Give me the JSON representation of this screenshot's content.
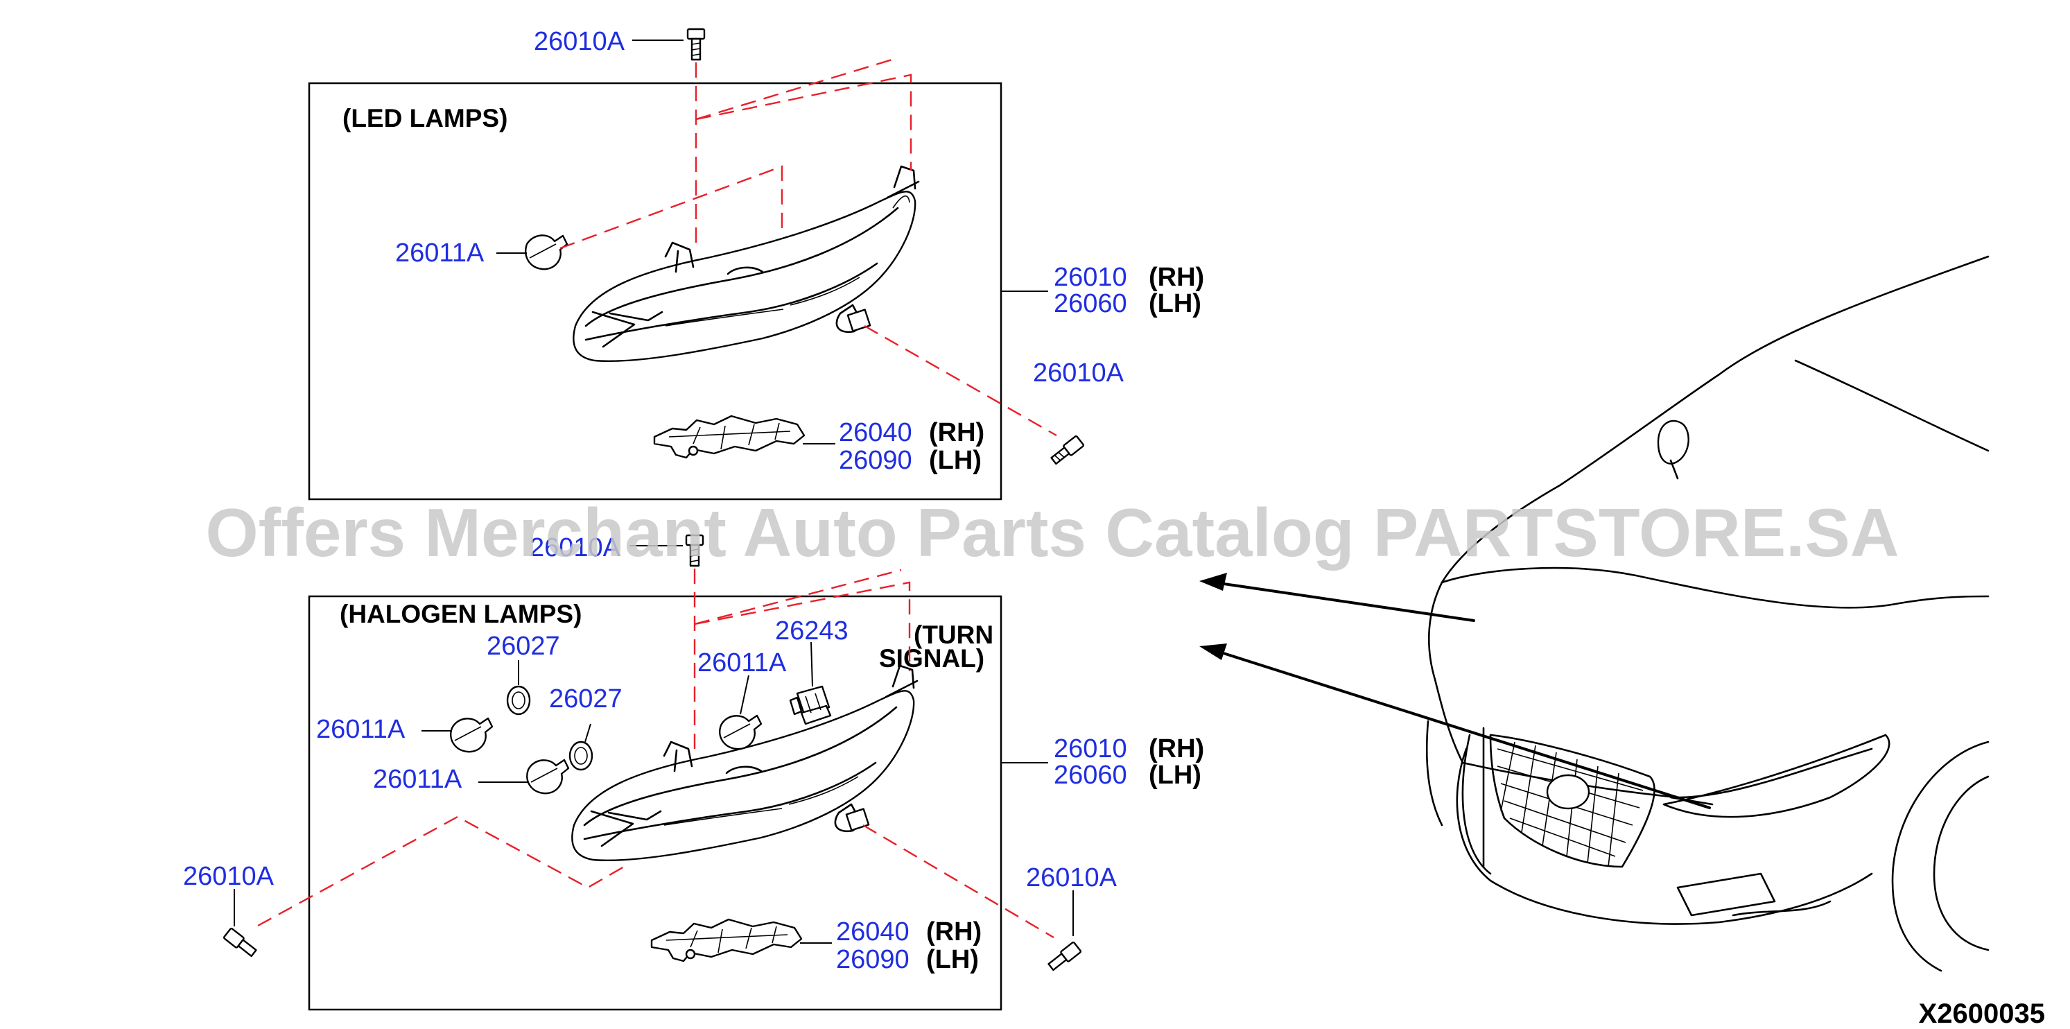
{
  "top_panel": {
    "title": "(LED LAMPS)",
    "callouts": {
      "bolt_top": "26010A",
      "bulb": "26011A",
      "headlamp_rh_num": "26010",
      "headlamp_rh_side": "(RH)",
      "headlamp_lh_num": "26060",
      "headlamp_lh_side": "(LH)",
      "bolt_right": "26010A",
      "bracket_rh_num": "26040",
      "bracket_rh_side": "(RH)",
      "bracket_lh_num": "26090",
      "bracket_lh_side": "(LH)"
    }
  },
  "bottom_panel": {
    "title": "(HALOGEN LAMPS)",
    "turn_signal_line1": "(TURN",
    "turn_signal_line2": "SIGNAL)",
    "callouts": {
      "bolt_top": "26010A",
      "socket": "26243",
      "seal_1": "26027",
      "seal_2": "26027",
      "bulb_1": "26011A",
      "bulb_2": "26011A",
      "bulb_3": "26011A",
      "bolt_left": "26010A",
      "bolt_right": "26010A",
      "headlamp_rh_num": "26010",
      "headlamp_rh_side": "(RH)",
      "headlamp_lh_num": "26060",
      "headlamp_lh_side": "(LH)",
      "bracket_rh_num": "26040",
      "bracket_rh_side": "(RH)",
      "bracket_lh_num": "26090",
      "bracket_lh_side": "(LH)"
    }
  },
  "watermark": "Offers Merchant Auto Parts Catalog PARTSTORE.SA",
  "diagram_code": "X2600035",
  "colors": {
    "callout_text": "#1f2de0",
    "leader_dashes": "#e8202a",
    "watermark": "#c9c9c9"
  }
}
